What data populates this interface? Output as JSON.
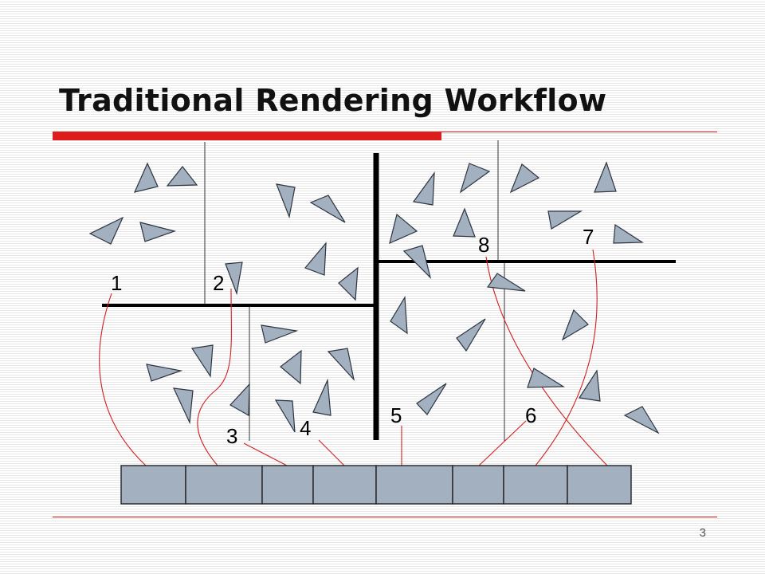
{
  "slide": {
    "title": "Traditional Rendering Workflow",
    "page_number": "3"
  },
  "diagram": {
    "region_labels": [
      "1",
      "2",
      "3",
      "4",
      "5",
      "6",
      "7",
      "8"
    ]
  },
  "colors": {
    "accent": "#dd1c1c",
    "triangle_fill": "#a2b0c0",
    "connector": "#d21e1e"
  }
}
